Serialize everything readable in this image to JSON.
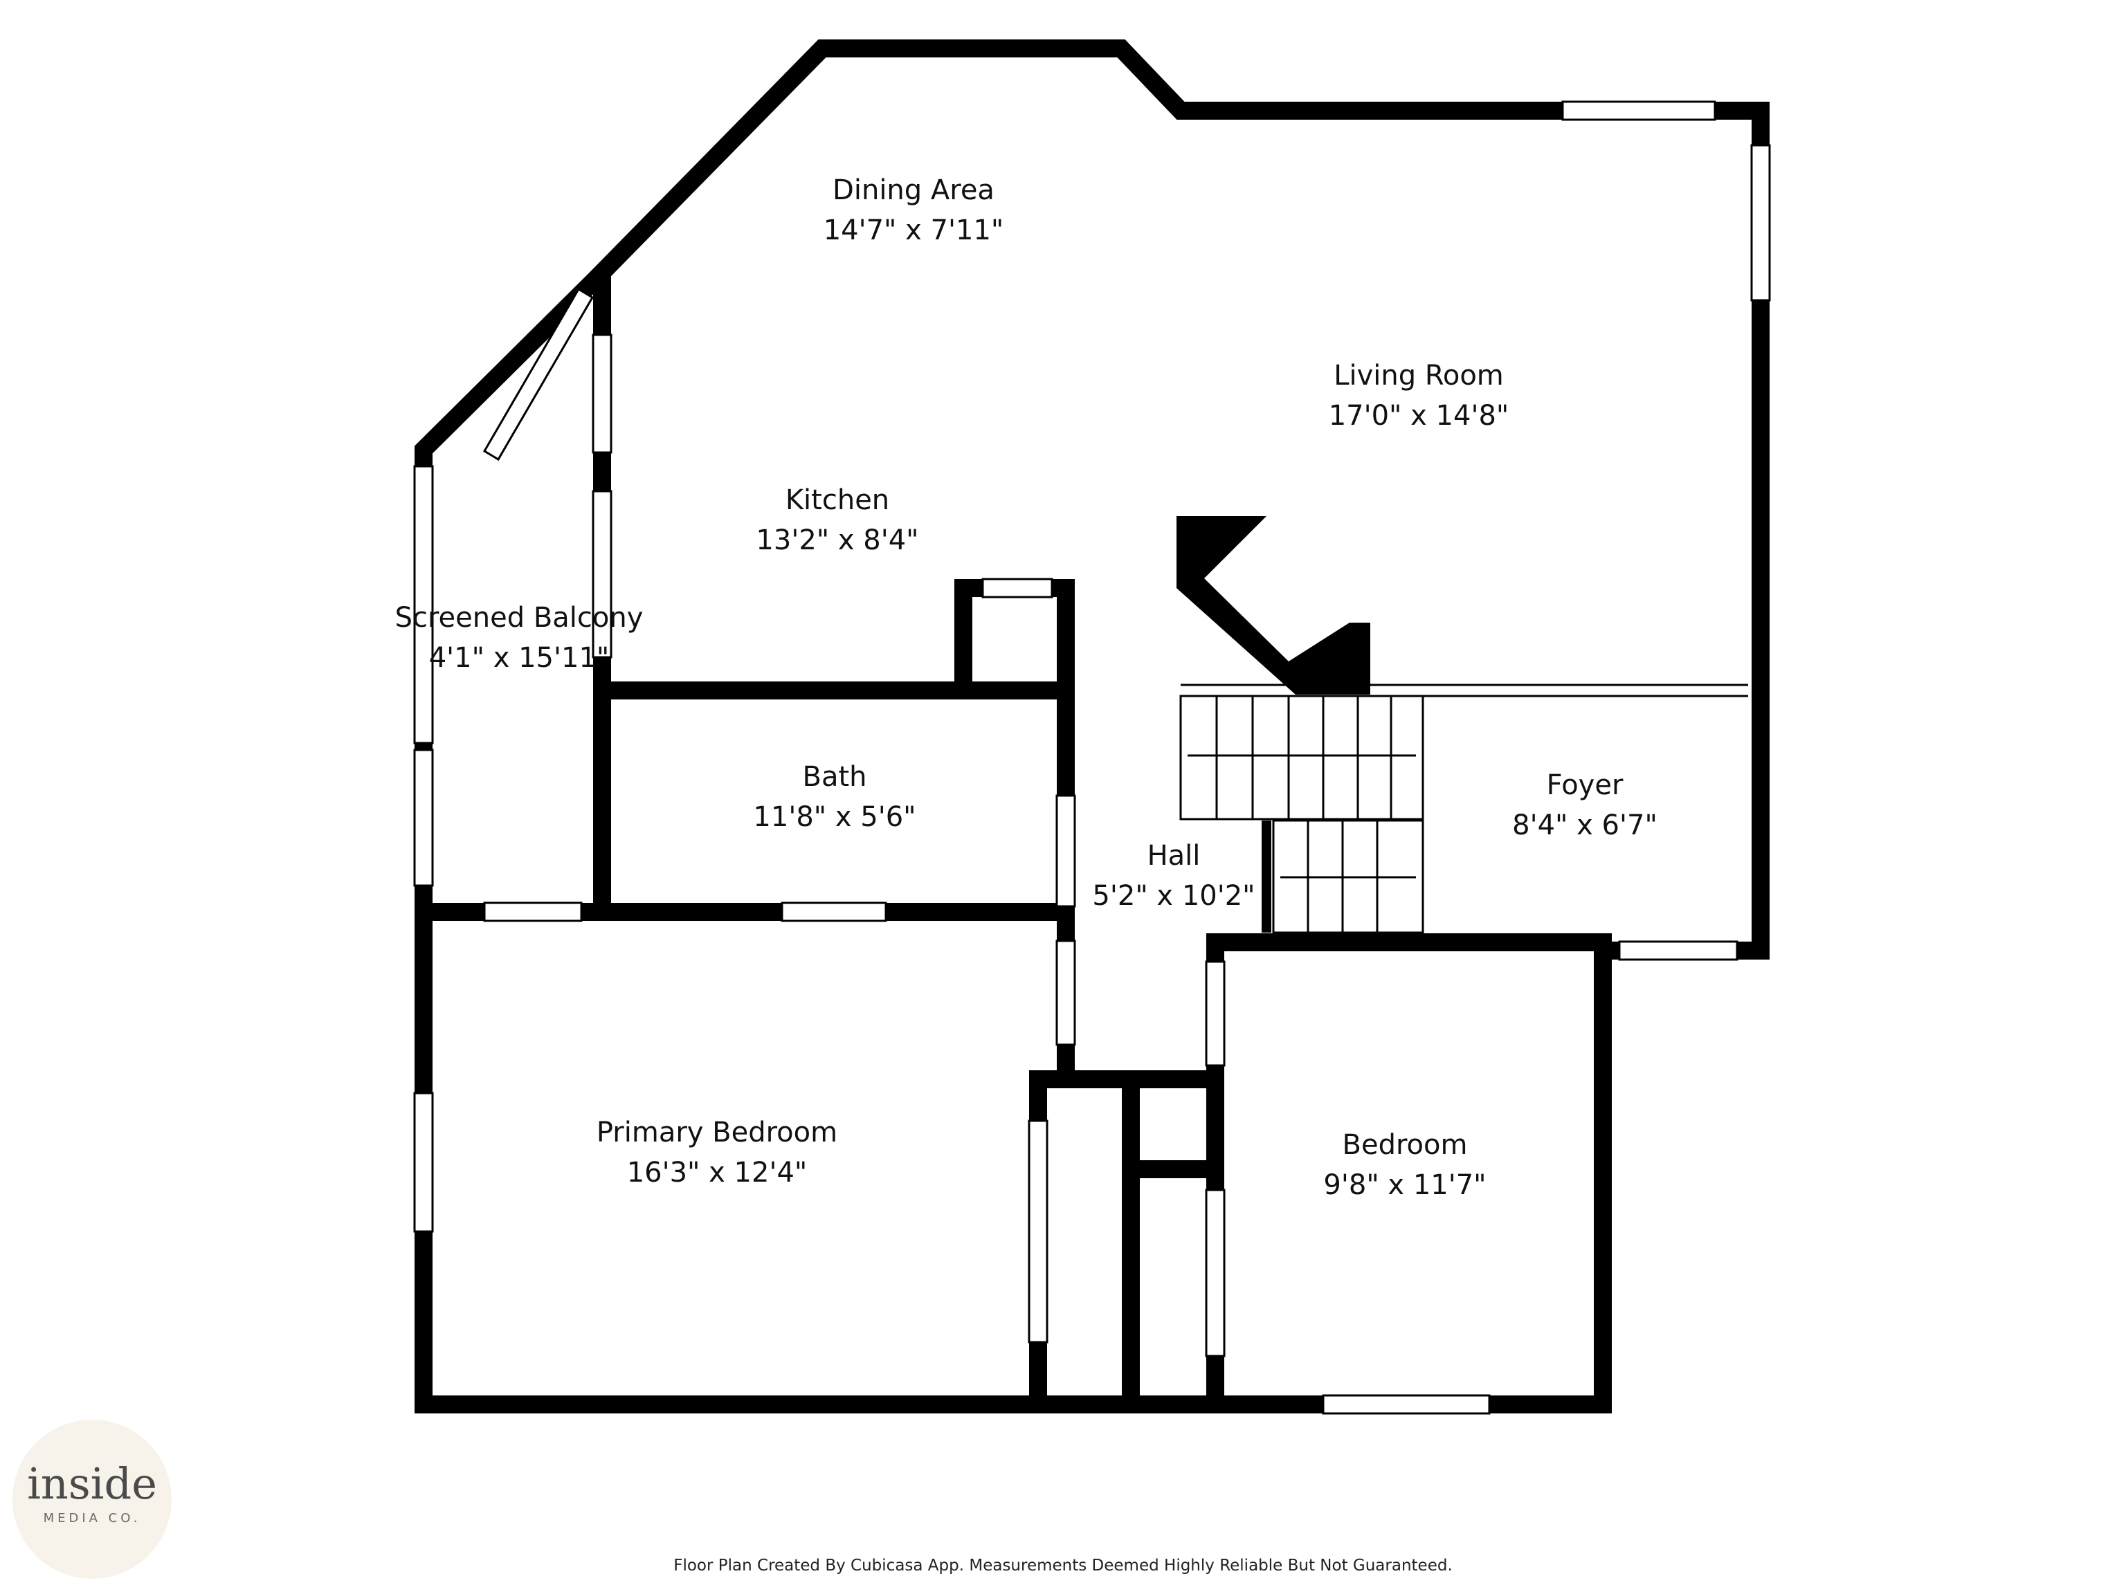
{
  "rooms": {
    "dining": {
      "name": "Dining Area",
      "size": "14'7\" x 7'11\""
    },
    "living": {
      "name": "Living Room",
      "size": "17'0\" x 14'8\""
    },
    "kitchen": {
      "name": "Kitchen",
      "size": "13'2\" x 8'4\""
    },
    "balcony": {
      "name": "Screened Balcony",
      "size": "4'1\" x 15'11\""
    },
    "bath": {
      "name": "Bath",
      "size": "11'8\" x 5'6\""
    },
    "foyer": {
      "name": "Foyer",
      "size": "8'4\" x 6'7\""
    },
    "hall": {
      "name": "Hall",
      "size": "5'2\" x 10'2\""
    },
    "primary": {
      "name": "Primary Bedroom",
      "size": "16'3\" x 12'4\""
    },
    "bedroom": {
      "name": "Bedroom",
      "size": "9'8\" x 11'7\""
    }
  },
  "footer": {
    "disclaimer": "Floor Plan Created By Cubicasa App. Measurements Deemed Highly Reliable But Not Guaranteed."
  },
  "logo": {
    "main": "inside",
    "sub": "MEDIA CO."
  },
  "colors": {
    "wall": "#000000",
    "window": "#ffffff",
    "background": "#ffffff"
  }
}
